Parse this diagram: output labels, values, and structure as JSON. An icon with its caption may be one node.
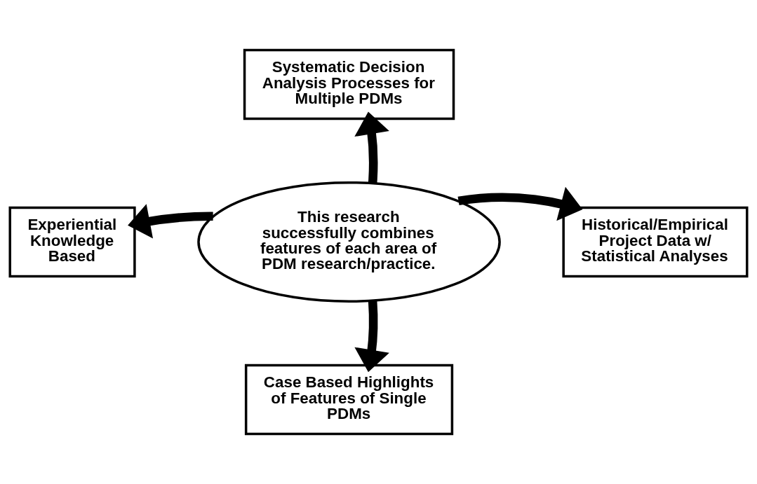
{
  "diagram": {
    "nodes": [
      {
        "text": [
          "This research successfully combines features of each area of PDM research/practice."
        ]
      },
      {
        "text": [
          "Systematic Decision Analysis Processes for Multiple PDMs"
        ]
      },
      {
        "text": [
          "Experiential Knowledge Based"
        ]
      },
      {
        "text": [
          "Historical/Empirical Project Data w/ Statistical Analyses"
        ]
      },
      {
        "text": [
          "Case Based Highlights of Features of Single PDMs"
        ]
      }
    ],
    "edges": [
      {
        "from": 0,
        "to": 1,
        "arrow": "to"
      },
      {
        "from": 0,
        "to": 2,
        "arrow": "to"
      },
      {
        "from": 0,
        "to": 3,
        "arrow": "to"
      },
      {
        "from": 0,
        "to": 4,
        "arrow": "to"
      }
    ]
  }
}
